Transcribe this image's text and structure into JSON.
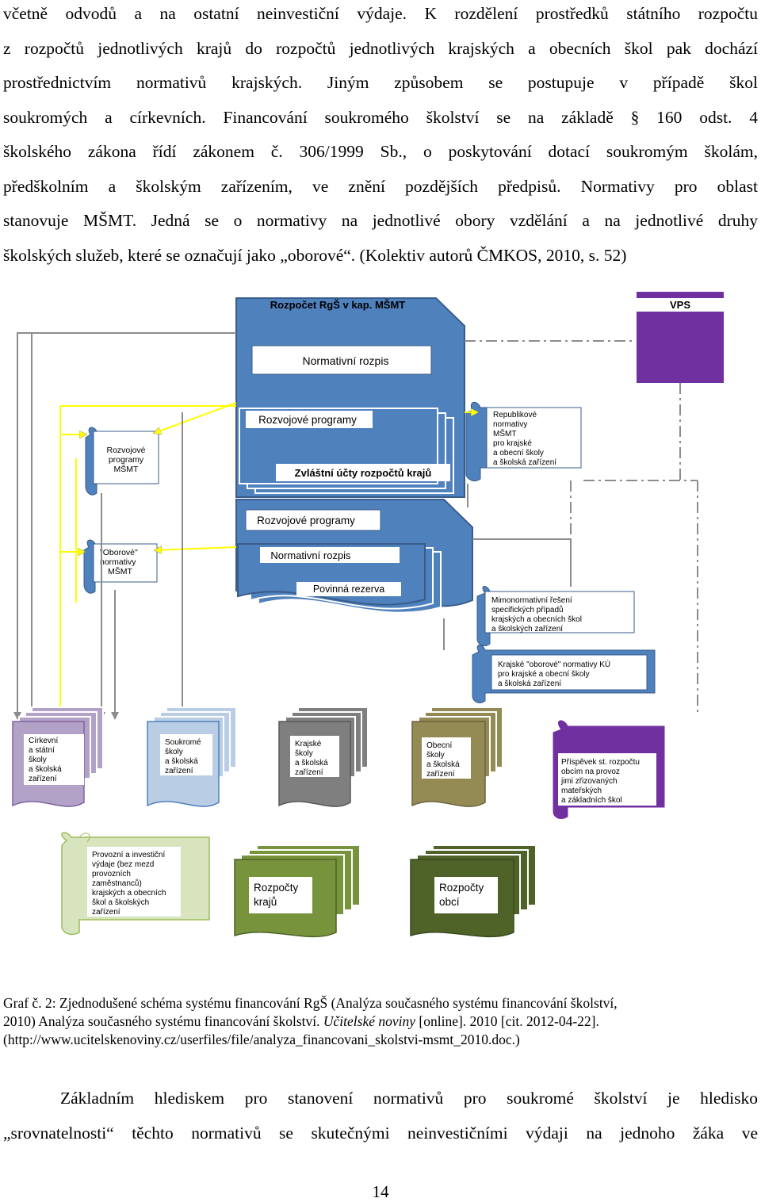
{
  "top_paragraph": [
    "včetně odvodů a na ostatní neinvestiční výdaje. K rozdělení prostředků státního rozpočtu",
    "z rozpočtů jednotlivých krajů do rozpočtů jednotlivých krajských a obecních škol pak dochází",
    "prostřednictvím normativů krajských. Jiným způsobem se postupuje v případě škol",
    "soukromých a církevních. Financování soukromého školství se na základě § 160 odst. 4",
    "školského zákona řídí zákonem č. 306/1999 Sb., o poskytování dotací soukromým školám,",
    "předškolním a školským zařízením, ve znění pozdějších předpisů. Normativy pro oblast",
    "stanovuje MŠMT. Jedná se o normativy na jednotlivé obory vzdělání a na jednotlivé druhy",
    "školských služeb, které se označují jako „oborové“. (Kolektiv autorů ČMKOS, 2010, s. 52)"
  ],
  "diagram": {
    "header_left": "Rozpočet RgŠ v kap. MŠMT",
    "header_right": "VPS",
    "normativni_rozpis_top": "Normativní rozpis",
    "rozvojove_programy_top": "Rozvojové programy",
    "zvlastni_ucty": "Zvláštní účty rozpočtů krajů",
    "rozvojove_programy_msmt": [
      "Rozvojové",
      "programy",
      "MŠMT"
    ],
    "republikove_normativy": [
      "Republikové",
      "normativy",
      "MŠMT",
      "pro krajské",
      "a obecní školy",
      "a školská zařízení"
    ],
    "rozvojove_programy_mid": "Rozvojové programy",
    "oborove_normativy_msmt": [
      "\"Oborové\"",
      "normativy",
      "MŠMT"
    ],
    "normativni_rozpis_mid": "Normativní rozpis",
    "povinna_rezerva": "Povinná rezerva",
    "mimonormativni": [
      "Mimonormativní řešení",
      "specifických případů",
      "krajských a obecních škol",
      "a školských zařízení"
    ],
    "krajske_oborove": [
      "Krajské \"oborové\" normativy KÚ",
      "pro krajské a obecní školy",
      "a školská zařízení"
    ],
    "cirkevni": [
      "Církevní",
      "a státní",
      "školy",
      "a školská",
      "zařízení"
    ],
    "soukrome": [
      "Soukromé",
      "školy",
      "a školská",
      "zařízení"
    ],
    "krajske": [
      "Krajské",
      "školy",
      "a školská",
      "zařízení"
    ],
    "obecni": [
      "Obecní",
      "školy",
      "a školská",
      "zařízení"
    ],
    "prispevek": [
      "Příspěvek st. rozpočtu",
      "obcím na provoz",
      "jimi zřizovaných",
      "mateřských",
      "a základních škol"
    ],
    "provozni": [
      "Provozní a investiční",
      "výdaje (bez mezd",
      "provozních",
      "zaměstnanců)",
      "krajských a obecních",
      "škol a školských",
      "zařízení"
    ],
    "rozpocty_kraju": [
      "Rozpočty",
      "krajů"
    ],
    "rozpocty_obci": [
      "Rozpočty",
      "obcí"
    ],
    "colors": {
      "blue": "#4f81bd",
      "blue_dark": "#385d8a",
      "purple": "#7030a0",
      "lavender": "#b3a2c7",
      "light_blue": "#b9cde5",
      "gray": "#7f7f7f",
      "olive": "#948a54",
      "green": "#77933c",
      "green_dark": "#4f6228",
      "pale_green": "#d7e4bd"
    }
  },
  "caption": [
    "Graf č. 2: Zjednodušené schéma systému financování RgŠ (Analýza současného systému financování školství,",
    "2010) Analýza současného systému financování školství.",
    "Učitelské noviny",
    "[online]. 2010 [cit. 2012-04-22].",
    "(http://www.ucitelskenoviny.cz/userfiles/file/analyza_financovani_skolstvi-msmt_2010.doc.)"
  ],
  "bottom_paragraph": [
    "Základním hlediskem pro stanovení normativů pro soukromé školství je hledisko",
    "„srovnatelnosti“ těchto normativů se skutečnými neinvestičními výdaji na jednoho žáka ve"
  ],
  "page_number": "14"
}
